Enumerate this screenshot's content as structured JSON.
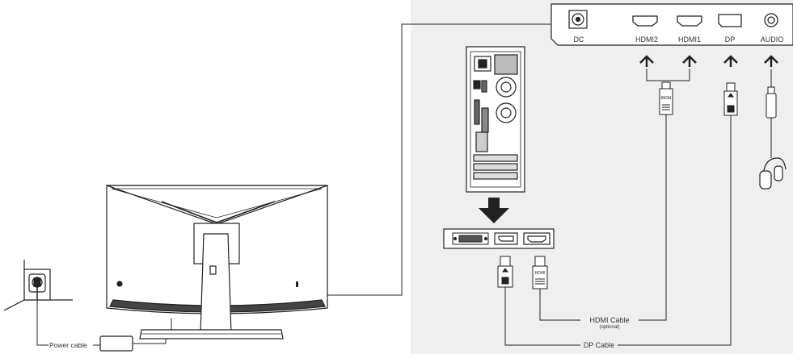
{
  "panel_bg": "#efefef",
  "line_color": "#222222",
  "monitor_ports": {
    "dc": "DC",
    "hdmi2": "HDMI2",
    "hdmi1": "HDMI1",
    "dp": "DP",
    "audio": "AUDIO"
  },
  "connector_text": {
    "hdmi_plug_top": "HDMI",
    "hdmi_plug_bottom": "HDMI"
  },
  "cable_labels": {
    "hdmi": "HDMI Cable",
    "hdmi_note": "(optional)",
    "dp": "DP Cable",
    "power": "Power cable"
  },
  "icons": [
    "wall-outlet-icon",
    "power-adapter-icon",
    "monitor-rear-icon",
    "pc-tower-icon",
    "down-arrow-icon",
    "up-arrow-icon",
    "headphones-icon",
    "dvi-port-icon",
    "hdmi-port-icon",
    "dp-port-icon",
    "dc-port-icon",
    "audio-jack-icon"
  ]
}
